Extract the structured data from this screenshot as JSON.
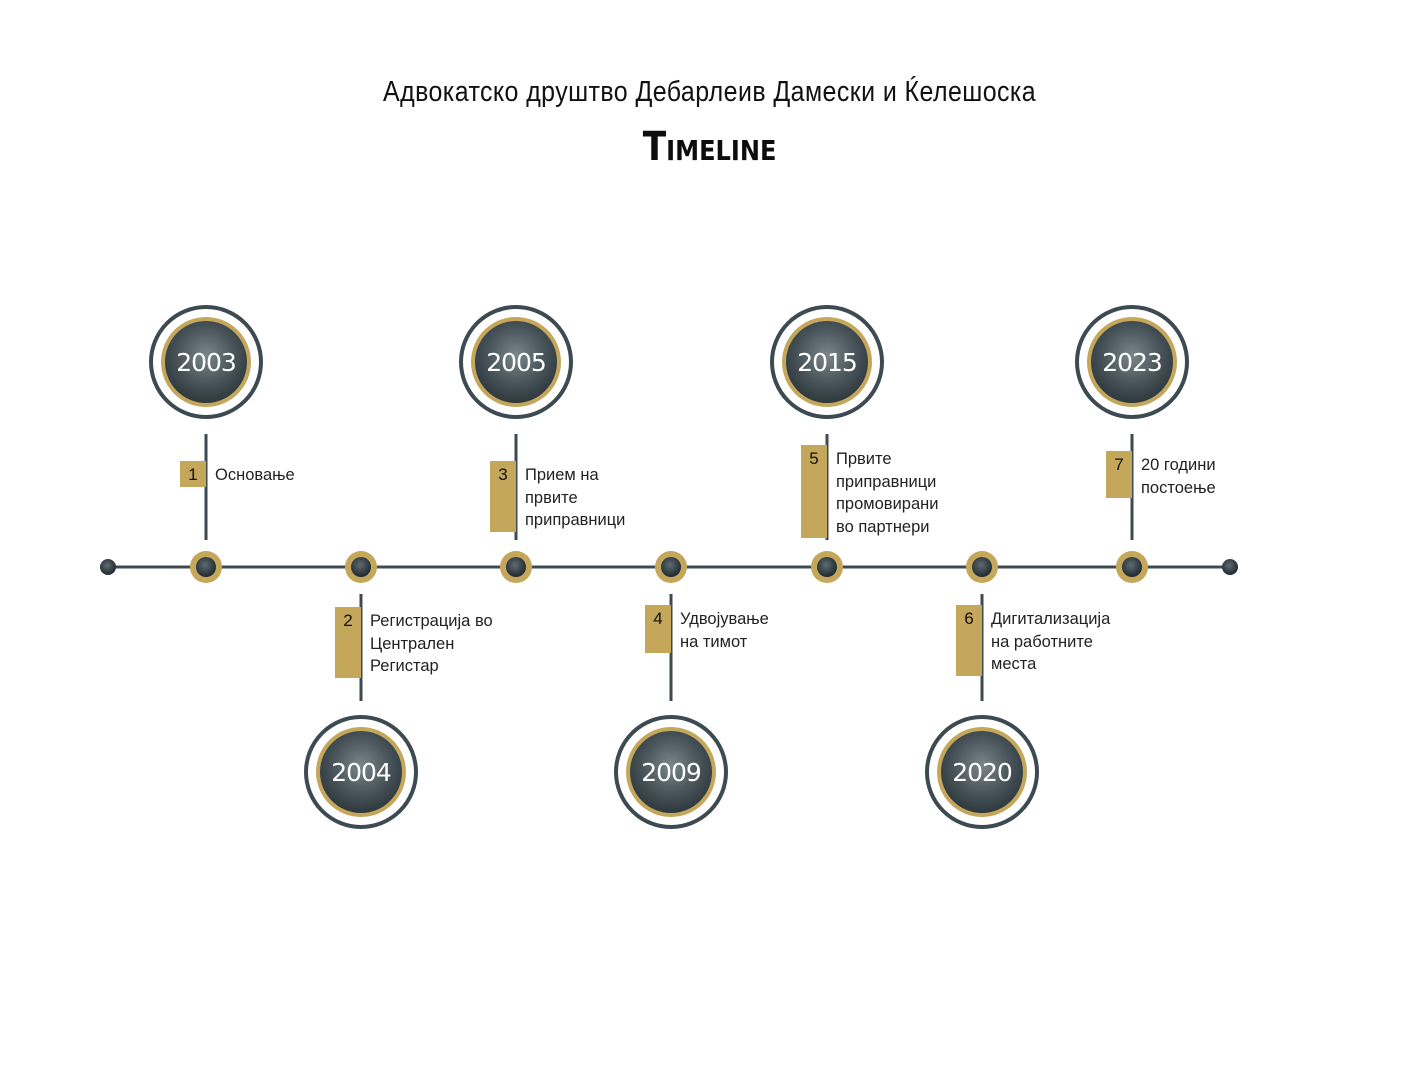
{
  "header": {
    "subtitle": "Адвокатско друштво Дебарлеив Дамески и Ќелешоска",
    "title": "Timeline"
  },
  "colors": {
    "gold": "#c5a75b",
    "slate": "#3c4a52",
    "dark": "#2f3a40"
  },
  "events": [
    {
      "step": "1",
      "year": "2003",
      "text": "Основање"
    },
    {
      "step": "2",
      "year": "2004",
      "text": "Регистрација во\nЦентрален\nРегистар"
    },
    {
      "step": "3",
      "year": "2005",
      "text": "Прием на\nпрвите\nприправници"
    },
    {
      "step": "4",
      "year": "2009",
      "text": "Удвојување\nна тимот"
    },
    {
      "step": "5",
      "year": "2015",
      "text": "Првите\nприправници\nпромовирани\nво партнери"
    },
    {
      "step": "6",
      "year": "2020",
      "text": "Дигитализација\nна работните\nместа"
    },
    {
      "step": "7",
      "year": "2023",
      "text": "20 години\nпостоење"
    }
  ]
}
